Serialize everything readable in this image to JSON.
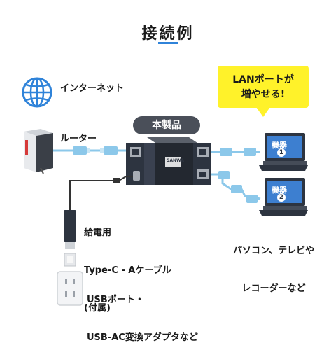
{
  "title": "接続例",
  "labels": {
    "internet": "インターネット",
    "router": "ルーター",
    "bubble_line1": "LANポートが",
    "bubble_line2": "増やせる!",
    "product": "本製品",
    "device1_name": "機器",
    "device1_num": "1",
    "device2_name": "機器",
    "device2_num": "2",
    "devices_line1": "パソコン、テレビや",
    "devices_line2": "レコーダーなど",
    "cable_line1": "給電用",
    "cable_line2": "Type-C - Aケーブル",
    "cable_line3": "(付属)",
    "power_line1": "USBポート・",
    "power_line2": "USB-AC変換アダプタなど",
    "product_logo": "SANWA"
  },
  "colors": {
    "accent_blue": "#2f83d9",
    "bubble_yellow": "#fff22a",
    "cable_blue": "#8cc8ea",
    "device_dark": "#2d3440",
    "router_red": "#d63a3a"
  }
}
